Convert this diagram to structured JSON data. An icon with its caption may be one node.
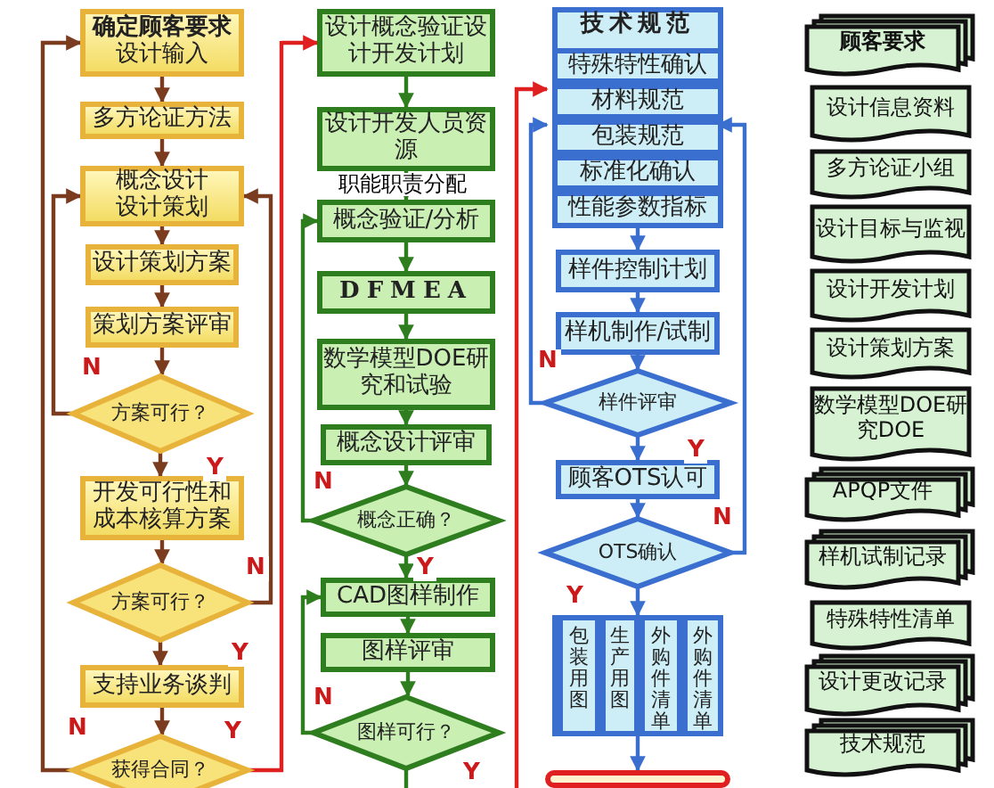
{
  "diagram": {
    "nodes": [
      {
        "text": [
          "确定顾客要求",
          "设计输入"
        ]
      },
      {
        "text": [
          "多方论证方法"
        ]
      },
      {
        "text": [
          "概念设计",
          "设计策划"
        ]
      },
      {
        "text": [
          "设计策划方案"
        ]
      },
      {
        "text": [
          "策划方案评审"
        ]
      },
      {
        "text": [
          "方案可行？"
        ]
      },
      {
        "text": [
          "开发可行性和成本核算方案"
        ]
      },
      {
        "text": [
          "方案可行？"
        ]
      },
      {
        "text": [
          "支持业务谈判"
        ]
      },
      {
        "text": [
          "获得合同？"
        ]
      },
      {
        "text": [
          "设计概念验证设计开发计划"
        ]
      },
      {
        "text": [
          "设计开发人员资源"
        ],
        "beside": [
          "职能职责分配"
        ]
      },
      {
        "text": [
          "概念验证/分析"
        ]
      },
      {
        "text": [
          "DFMEA"
        ]
      },
      {
        "text": [
          "数学模型DOE研究和试验"
        ]
      },
      {
        "text": [
          "概念设计评审"
        ]
      },
      {
        "text": [
          "概念正确？"
        ]
      },
      {
        "text": [
          "CAD图样制作"
        ]
      },
      {
        "text": [
          "图样评审"
        ]
      },
      {
        "text": [
          "图样可行？"
        ]
      },
      {
        "text": [
          "技术规范"
        ]
      },
      {
        "text": [
          "特殊特性确认"
        ],
        "in": 20
      },
      {
        "text": [
          "材料规范"
        ],
        "in": 20
      },
      {
        "text": [
          "包装规范"
        ],
        "in": 20
      },
      {
        "text": [
          "标准化确认"
        ],
        "in": 20
      },
      {
        "text": [
          "性能参数指标"
        ],
        "in": 20
      },
      {
        "text": [
          "样件控制计划"
        ]
      },
      {
        "text": [
          "样机制作/试制"
        ]
      },
      {
        "text": [
          "样件评审"
        ]
      },
      {
        "text": [
          "顾客OTS认可"
        ]
      },
      {
        "text": [
          "OTS确认"
        ]
      },
      {
        "text": [],
        "shape": "box"
      },
      {
        "text": [
          "包装用图"
        ],
        "in": 31
      },
      {
        "text": [
          "生产用图"
        ],
        "in": 31
      },
      {
        "text": [
          "外购件清单"
        ],
        "in": 31
      },
      {
        "text": [
          "外购件清单"
        ],
        "in": 31
      },
      {
        "text": [],
        "shape": "box"
      },
      {
        "text": [
          "顾客要求"
        ]
      },
      {
        "text": [
          "设计信息资料"
        ]
      },
      {
        "text": [
          "多方论证小组"
        ]
      },
      {
        "text": [
          "设计目标与监视"
        ]
      },
      {
        "text": [
          "设计开发计划"
        ]
      },
      {
        "text": [
          "设计策划方案"
        ]
      },
      {
        "text": [
          "数学模型DOE研究DOE"
        ]
      },
      {
        "text": [
          "APQP文件"
        ]
      },
      {
        "text": [
          "样机试制记录"
        ]
      },
      {
        "text": [
          "特殊特性清单"
        ]
      },
      {
        "text": [
          "设计更改记录"
        ]
      },
      {
        "text": [
          "技术规范"
        ]
      }
    ],
    "edges": [
      {
        "from": 0,
        "to": 1,
        "arrow": "to"
      },
      {
        "from": 1,
        "to": 2,
        "arrow": "to"
      },
      {
        "from": 2,
        "to": 3,
        "arrow": "to"
      },
      {
        "from": 3,
        "to": 4,
        "arrow": "to"
      },
      {
        "from": 4,
        "to": 5,
        "arrow": "to"
      },
      {
        "from": 5,
        "to": 6,
        "arrow": "to",
        "label": "Y"
      },
      {
        "from": 6,
        "to": 7,
        "arrow": "to"
      },
      {
        "from": 7,
        "to": 8,
        "arrow": "to",
        "label": "Y"
      },
      {
        "from": 8,
        "to": 9,
        "arrow": "to"
      },
      {
        "from": 5,
        "to": 2,
        "arrow": "to",
        "label": "N"
      },
      {
        "from": 7,
        "to": 2,
        "arrow": "to",
        "label": "N"
      },
      {
        "from": 9,
        "to": 0,
        "arrow": "to",
        "label": "N"
      },
      {
        "from": 9,
        "to": 10,
        "arrow": "to",
        "label": "Y",
        "color": "#e02020"
      },
      {
        "from": 10,
        "to": 11,
        "arrow": "to",
        "color": "#2e7d1e"
      },
      {
        "from": 11,
        "to": 12,
        "arrow": "to",
        "color": "#2e7d1e"
      },
      {
        "from": 12,
        "to": 13,
        "arrow": "to",
        "color": "#2e7d1e"
      },
      {
        "from": 13,
        "to": 14,
        "arrow": "to",
        "color": "#2e7d1e"
      },
      {
        "from": 14,
        "to": 15,
        "arrow": "to",
        "color": "#2e7d1e"
      },
      {
        "from": 15,
        "to": 16,
        "arrow": "to",
        "color": "#2e7d1e"
      },
      {
        "from": 16,
        "to": 17,
        "arrow": "to",
        "label": "Y",
        "color": "#2e7d1e"
      },
      {
        "from": 16,
        "to": 12,
        "arrow": "to",
        "label": "N",
        "color": "#2e7d1e"
      },
      {
        "from": 17,
        "to": 18,
        "arrow": "to",
        "color": "#2e7d1e"
      },
      {
        "from": 18,
        "to": 19,
        "arrow": "to",
        "color": "#2e7d1e"
      },
      {
        "from": 19,
        "to": 17,
        "arrow": "to",
        "label": "N",
        "color": "#2e7d1e"
      },
      {
        "from": 19,
        "to": null,
        "arrow": "none",
        "label": "Y",
        "color": "#2e7d1e"
      },
      {
        "from": null,
        "to": 22,
        "arrow": "to",
        "color": "#e02020"
      },
      {
        "from": 20,
        "to": 26,
        "arrow": "to",
        "color": "#3a6fd0"
      },
      {
        "from": 26,
        "to": 27,
        "arrow": "to",
        "color": "#3a6fd0"
      },
      {
        "from": 27,
        "to": 28,
        "arrow": "to",
        "color": "#3a6fd0"
      },
      {
        "from": 28,
        "to": 29,
        "arrow": "to",
        "label": "Y",
        "color": "#3a6fd0"
      },
      {
        "from": 28,
        "to": 23,
        "arrow": "to",
        "label": "N",
        "color": "#3a6fd0"
      },
      {
        "from": 29,
        "to": 30,
        "arrow": "to",
        "color": "#3a6fd0"
      },
      {
        "from": 30,
        "to": 31,
        "arrow": "to",
        "label": "Y",
        "color": "#3a6fd0"
      },
      {
        "from": 30,
        "to": 23,
        "arrow": "to",
        "label": "N",
        "color": "#3a6fd0"
      },
      {
        "from": 31,
        "to": 36,
        "arrow": "to",
        "color": "#3a6fd0"
      }
    ]
  }
}
